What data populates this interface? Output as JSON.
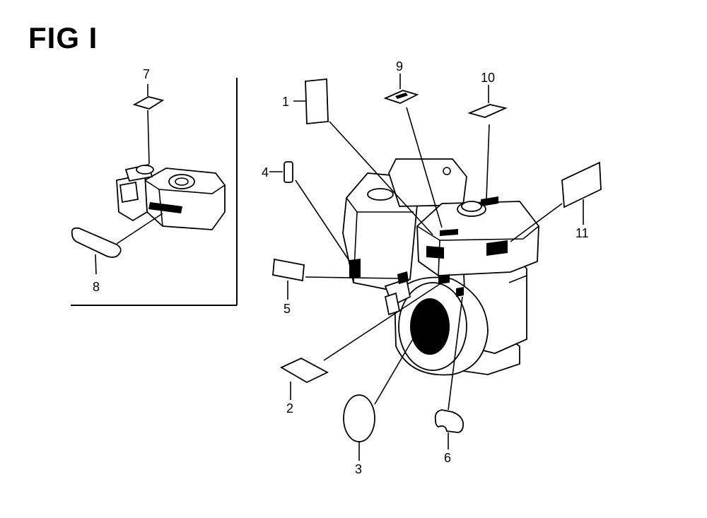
{
  "figure": {
    "title": "FIG I",
    "callouts": [
      {
        "id": "1",
        "label": "1"
      },
      {
        "id": "2",
        "label": "2"
      },
      {
        "id": "3",
        "label": "3"
      },
      {
        "id": "4",
        "label": "4"
      },
      {
        "id": "5",
        "label": "5"
      },
      {
        "id": "6",
        "label": "6"
      },
      {
        "id": "7",
        "label": "7"
      },
      {
        "id": "8",
        "label": "8"
      },
      {
        "id": "9",
        "label": "9"
      },
      {
        "id": "10",
        "label": "10"
      },
      {
        "id": "11",
        "label": "11"
      }
    ]
  }
}
